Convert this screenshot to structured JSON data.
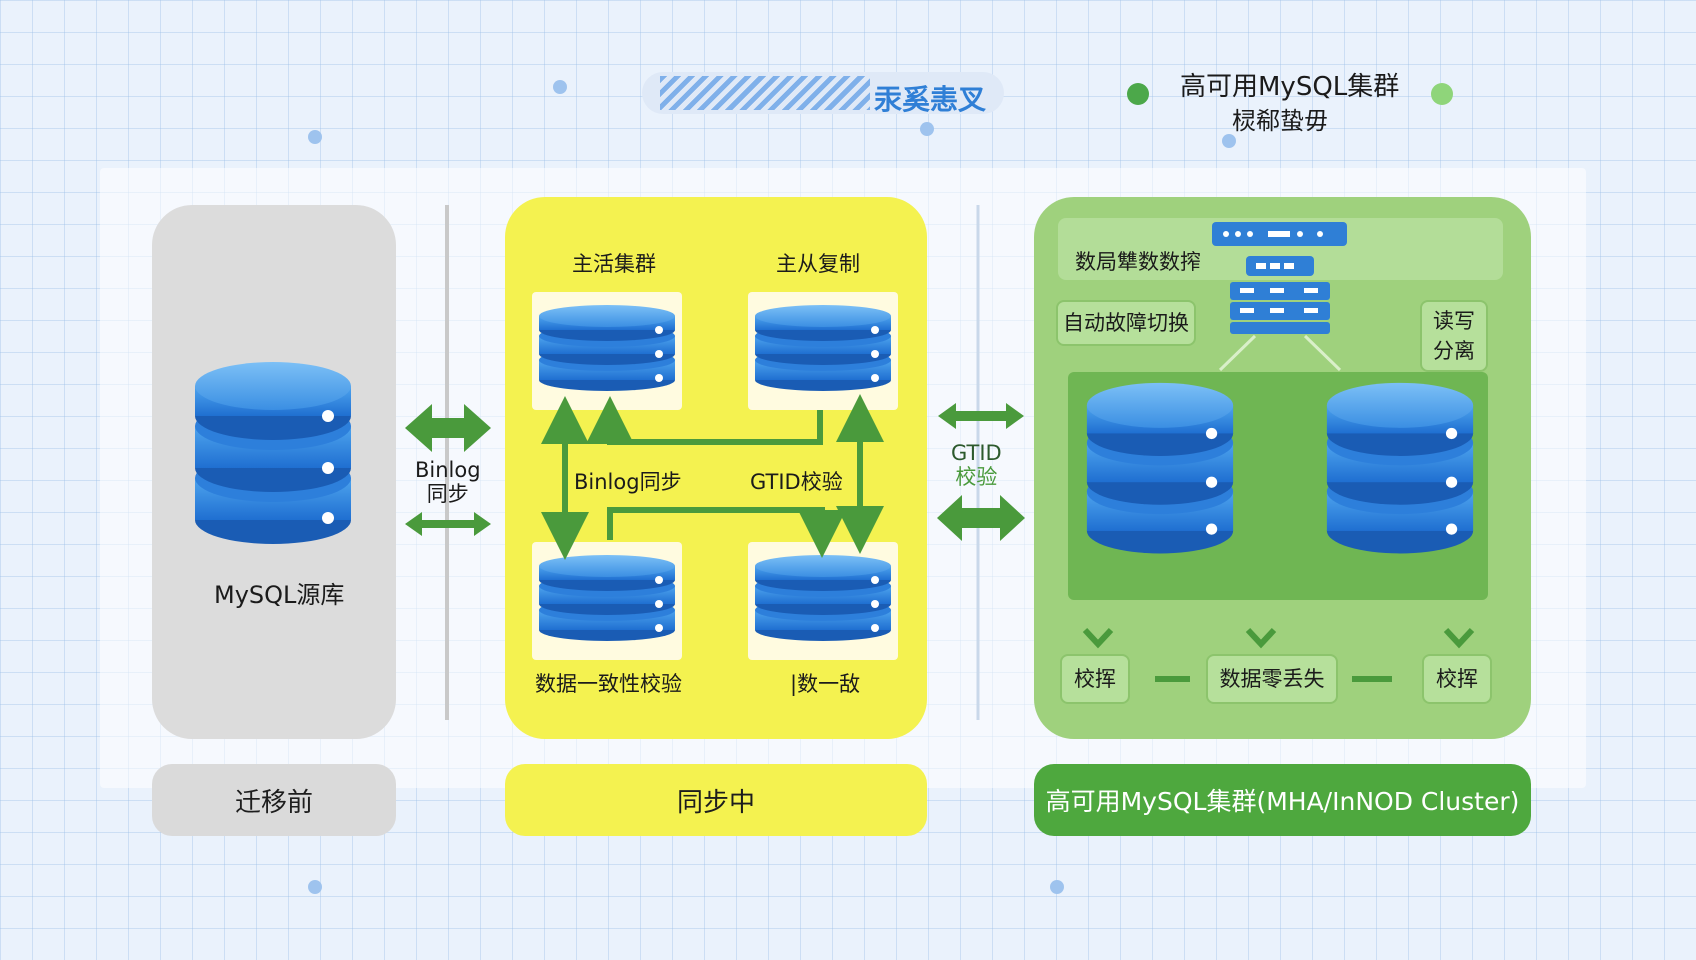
{
  "header": {
    "left_title": "汞奚恚叉",
    "right_title_line1": "高可用MySQL集群",
    "right_title_line2": "棂郗蛰毋",
    "colors": {
      "left_dot": "#4ca84a",
      "right_dot": "#8fd57a"
    }
  },
  "stages": {
    "before": {
      "db_label": "MySQL源库",
      "tag": "迁移前",
      "color": "#dcdcdc"
    },
    "sync_arrow": {
      "line1": "Binlog",
      "line2": "同步"
    },
    "during": {
      "tag": "同步中",
      "color": "#f4f250",
      "col1_title": "主活集群",
      "col2_title": "主从复制",
      "mid_left": "Binlog同步",
      "mid_right": "GTID校验",
      "bottom_left": "数据一致性校验",
      "bottom_right": "|数一敌"
    },
    "gtid_arrow": {
      "line1": "GTID",
      "line2": "校验"
    },
    "after": {
      "tag": "高可用MySQL集群(MHA/InNOD Cluster)",
      "color": "#9fd17d",
      "top_text": "数局犨数数搾",
      "failover": "自动故障切换",
      "rw_line1": "读写",
      "rw_line2": "分离",
      "bottom_left": "校挥",
      "bottom_mid": "数据零丢失",
      "bottom_right": "校挥"
    }
  },
  "icons": {
    "database": "database-stack-icon",
    "server": "server-rack-icon",
    "double_arrow": "double-arrow-icon"
  }
}
